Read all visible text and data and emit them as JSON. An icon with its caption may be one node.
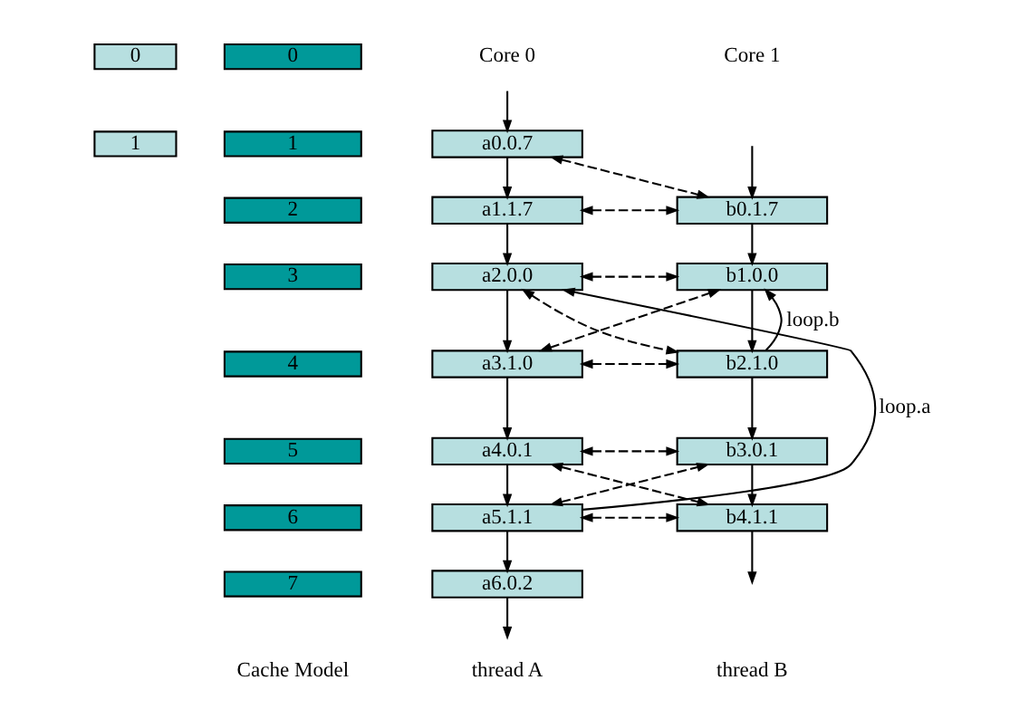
{
  "diagram": {
    "nodes": [
      {
        "text": [
          "0"
        ]
      },
      {
        "text": [
          "1"
        ]
      },
      {
        "text": [
          "0"
        ]
      },
      {
        "text": [
          "1"
        ]
      },
      {
        "text": [
          "2"
        ]
      },
      {
        "text": [
          "3"
        ]
      },
      {
        "text": [
          "4"
        ]
      },
      {
        "text": [
          "5"
        ]
      },
      {
        "text": [
          "6"
        ]
      },
      {
        "text": [
          "7"
        ]
      },
      {
        "text": [
          "Core 0"
        ]
      },
      {
        "text": [
          "a0.0.7"
        ]
      },
      {
        "text": [
          "a1.1.7"
        ]
      },
      {
        "text": [
          "a2.0.0"
        ]
      },
      {
        "text": [
          "a3.1.0"
        ]
      },
      {
        "text": [
          "a4.0.1"
        ]
      },
      {
        "text": [
          "a5.1.1"
        ]
      },
      {
        "text": [
          "a6.0.2"
        ]
      },
      {
        "text": [
          "thread A"
        ]
      },
      {
        "text": [
          "b0.1.7"
        ]
      },
      {
        "text": [
          "b1.0.0"
        ]
      },
      {
        "text": [
          "b2.1.0"
        ]
      },
      {
        "text": [
          "b3.0.1"
        ]
      },
      {
        "text": [
          "b4.1.1"
        ]
      }
    ],
    "edges": [
      {
        "from": 10,
        "to": 11,
        "arrow": "to"
      },
      {
        "from": 11,
        "to": 12,
        "arrow": "to"
      },
      {
        "from": 12,
        "to": 13,
        "arrow": "to"
      },
      {
        "from": 13,
        "to": 14,
        "arrow": "to"
      },
      {
        "from": 14,
        "to": 15,
        "arrow": "to"
      },
      {
        "from": 15,
        "to": 16,
        "arrow": "to"
      },
      {
        "from": 16,
        "to": 17,
        "arrow": "to"
      },
      {
        "from": 17,
        "to": 18,
        "arrow": "to"
      },
      {
        "from": null,
        "to": 19,
        "arrow": "to"
      },
      {
        "from": 19,
        "to": 20,
        "arrow": "to"
      },
      {
        "from": 20,
        "to": 21,
        "arrow": "to"
      },
      {
        "from": 21,
        "to": 22,
        "arrow": "to"
      },
      {
        "from": 22,
        "to": 23,
        "arrow": "to"
      },
      {
        "from": 23,
        "to": null,
        "arrow": "to"
      },
      {
        "from": 11,
        "to": 19,
        "arrow": "both",
        "style": "dashed"
      },
      {
        "from": 12,
        "to": 19,
        "arrow": "both",
        "style": "dashed"
      },
      {
        "from": 13,
        "to": 20,
        "arrow": "both",
        "style": "dashed"
      },
      {
        "from": 13,
        "to": 21,
        "arrow": "both",
        "style": "dashed"
      },
      {
        "from": 14,
        "to": 20,
        "arrow": "both",
        "style": "dashed"
      },
      {
        "from": 14,
        "to": 21,
        "arrow": "both",
        "style": "dashed"
      },
      {
        "from": 15,
        "to": 22,
        "arrow": "both",
        "style": "dashed"
      },
      {
        "from": 15,
        "to": 23,
        "arrow": "both",
        "style": "dashed"
      },
      {
        "from": 16,
        "to": 22,
        "arrow": "both",
        "style": "dashed"
      },
      {
        "from": 16,
        "to": 23,
        "arrow": "both",
        "style": "dashed"
      },
      {
        "from": 16,
        "to": 13,
        "arrow": "to",
        "label": "loop.a"
      },
      {
        "from": 21,
        "to": 20,
        "arrow": "to",
        "label": "loop.b"
      }
    ],
    "labels": [
      "Core 1",
      "Cache Model",
      "thread B"
    ]
  }
}
